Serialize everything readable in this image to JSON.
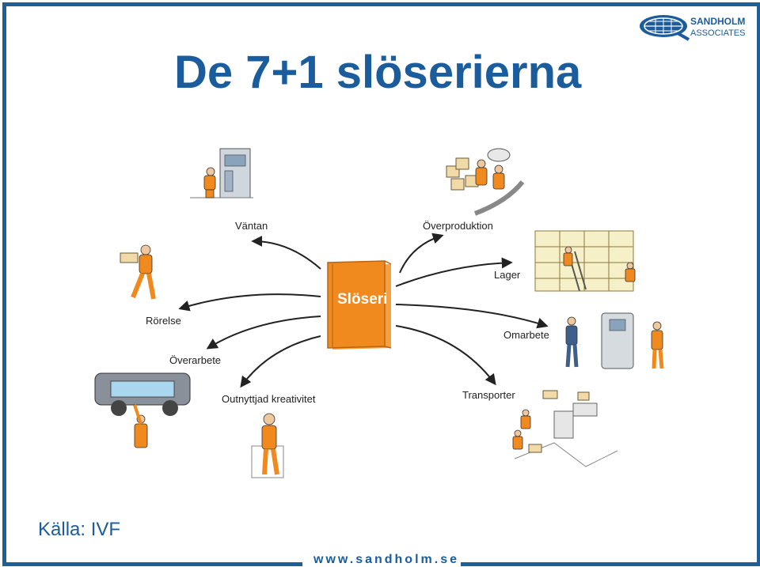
{
  "title": "De 7+1 slöserierna",
  "source": "Källa: IVF",
  "website": "www.sandholm.se",
  "logo": {
    "line1": "SANDHOLM",
    "line2": "ASSOCIATES"
  },
  "center": {
    "label": "Slöseri",
    "color": "#f08a1e"
  },
  "wastes": [
    {
      "id": "vantan",
      "label": "Väntan"
    },
    {
      "id": "overproduktion",
      "label": "Överproduktion"
    },
    {
      "id": "lager",
      "label": "Lager"
    },
    {
      "id": "rorelse",
      "label": "Rörelse"
    },
    {
      "id": "omarbete",
      "label": "Omarbete"
    },
    {
      "id": "overarbete",
      "label": "Överarbete"
    },
    {
      "id": "transporter",
      "label": "Transporter"
    },
    {
      "id": "outnyttjad",
      "label": "Outnyttjad kreativitet"
    }
  ],
  "colors": {
    "brand": "#1a5c9c",
    "accent": "#f08a1e"
  }
}
